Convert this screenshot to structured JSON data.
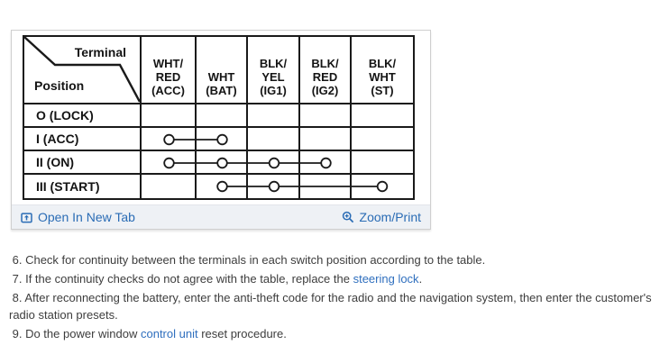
{
  "colors": {
    "link_blue": "#2a6cb5",
    "inline_link_blue": "#2f6fbe",
    "body_text_gray": "#3d3d3d",
    "table_ink_black": "#1a1a1a",
    "footer_bg": "#eef1f5"
  },
  "icons": {
    "open_in_new_tab": "open-in-new-tab-icon",
    "zoom_print": "zoom-in-magnifier-icon"
  },
  "widget": {
    "footer": {
      "open_in_new_tab_label": "Open In New Tab",
      "zoom_print_label": "Zoom/Print"
    },
    "table": {
      "corner": {
        "terminal": "Terminal",
        "position": "Position"
      },
      "columns": [
        {
          "name": "ACC",
          "lines": [
            "WHT/",
            "RED",
            "(ACC)"
          ]
        },
        {
          "name": "BAT",
          "lines": [
            "WHT",
            "(BAT)"
          ]
        },
        {
          "name": "IG1",
          "lines": [
            "BLK/",
            "YEL",
            "(IG1)"
          ]
        },
        {
          "name": "IG2",
          "lines": [
            "BLK/",
            "RED",
            "(IG2)"
          ]
        },
        {
          "name": "ST",
          "lines": [
            "BLK/",
            "WHT",
            "(ST)"
          ]
        }
      ],
      "rows": [
        {
          "label": "O (LOCK)",
          "connections": []
        },
        {
          "label": "I (ACC)",
          "connections": [
            0,
            1
          ]
        },
        {
          "label": "II (ON)",
          "connections": [
            0,
            1,
            2,
            3
          ]
        },
        {
          "label": "III (START)",
          "connections": [
            1,
            2,
            4
          ]
        }
      ]
    }
  },
  "instructions": [
    {
      "parts": [
        {
          "text": " 6. Check for continuity between the terminals in each switch position according to the table."
        }
      ]
    },
    {
      "parts": [
        {
          "text": " 7. If the continuity checks do not agree with the table, replace the "
        },
        {
          "text": "steering lock",
          "link": true
        },
        {
          "text": "."
        }
      ]
    },
    {
      "parts": [
        {
          "text": " 8. After reconnecting the battery, enter the anti-theft code for the radio and the navigation system, then enter the customer's radio station presets."
        }
      ]
    },
    {
      "parts": [
        {
          "text": " 9. Do the power window "
        },
        {
          "text": "control unit",
          "link": true
        },
        {
          "text": " reset procedure."
        }
      ]
    }
  ]
}
